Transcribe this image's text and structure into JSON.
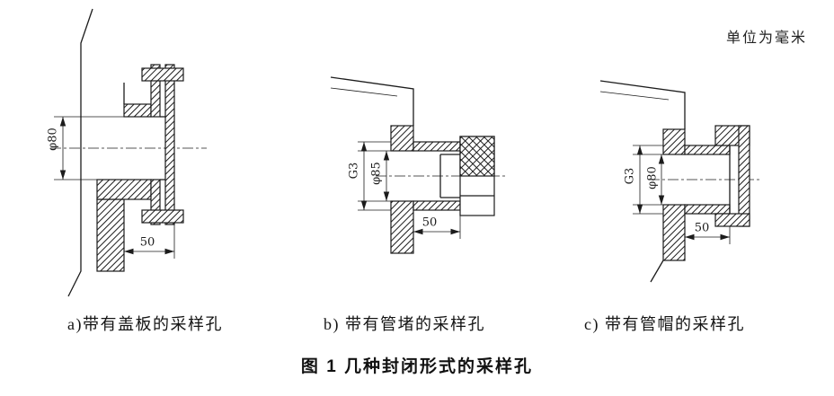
{
  "unit_note": "单位为毫米",
  "figure_title": "图 1  几种封闭形式的采样孔",
  "ink_color": "#1c1c1c",
  "drawings": {
    "a": {
      "caption": "a)带有盖板的采样孔",
      "dims": {
        "diameter": "φ80",
        "length": "50"
      }
    },
    "b": {
      "caption": "b) 带有管堵的采样孔",
      "dims": {
        "thread": "G3",
        "diameter": "φ85",
        "length": "50"
      }
    },
    "c": {
      "caption": "c) 带有管帽的采样孔",
      "dims": {
        "thread": "G3",
        "diameter": "φ80",
        "length": "50"
      }
    }
  }
}
